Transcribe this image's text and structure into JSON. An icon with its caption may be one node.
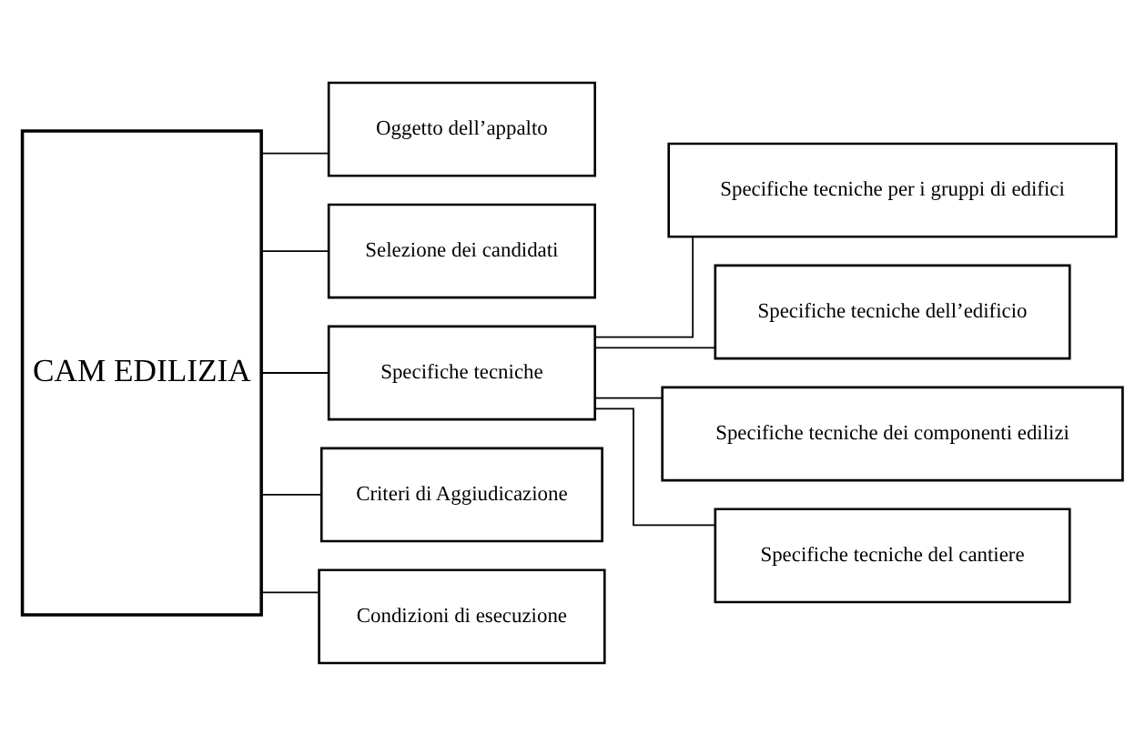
{
  "diagram": {
    "nodes": [
      {
        "text": [
          "CAM EDILIZIA"
        ]
      },
      {
        "text": [
          "Oggetto dell’appalto"
        ]
      },
      {
        "text": [
          "Selezione dei candidati"
        ]
      },
      {
        "text": [
          "Specifiche tecniche"
        ]
      },
      {
        "text": [
          "Criteri di Aggiudicazione"
        ]
      },
      {
        "text": [
          "Condizioni di esecuzione"
        ]
      },
      {
        "text": [
          "Specifiche tecniche per i gruppi di edifici"
        ]
      },
      {
        "text": [
          "Specifiche tecniche dell’edificio"
        ]
      },
      {
        "text": [
          "Specifiche tecniche dei componenti edilizi"
        ]
      },
      {
        "text": [
          "Specifiche tecniche del cantiere"
        ]
      }
    ],
    "edges": [
      {
        "from": 0,
        "to": 1,
        "arrow": "none"
      },
      {
        "from": 0,
        "to": 2,
        "arrow": "none"
      },
      {
        "from": 0,
        "to": 3,
        "arrow": "none"
      },
      {
        "from": 0,
        "to": 4,
        "arrow": "none"
      },
      {
        "from": 0,
        "to": 5,
        "arrow": "none"
      },
      {
        "from": 3,
        "to": 6,
        "arrow": "none"
      },
      {
        "from": 3,
        "to": 7,
        "arrow": "none"
      },
      {
        "from": 3,
        "to": 8,
        "arrow": "none"
      },
      {
        "from": 3,
        "to": 9,
        "arrow": "none"
      }
    ]
  }
}
